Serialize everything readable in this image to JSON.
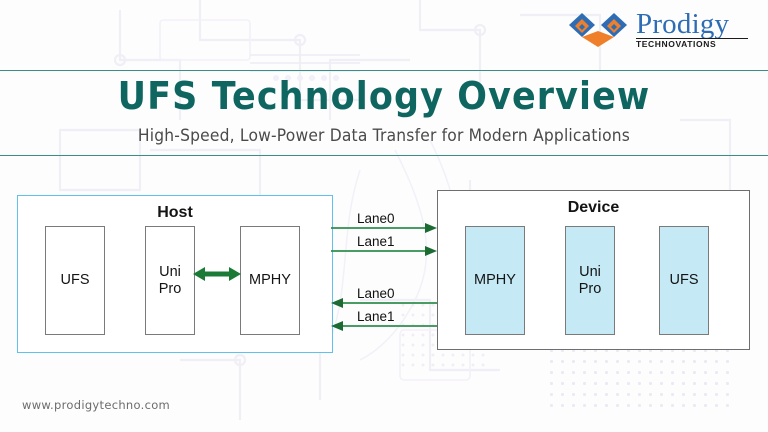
{
  "brand": {
    "logo_word": "Prodigy",
    "logo_tagline": "TECHNOVATIONS",
    "logo_mark_colors": {
      "blue": "#2e6db4",
      "orange": "#ef7f2a"
    }
  },
  "header": {
    "title": "UFS Technology Overview",
    "subtitle": "High-Speed, Low-Power Data Transfer for Modern Applications",
    "rule_color": "#3b8d85",
    "title_color": "#0f6661",
    "subtitle_color": "#4a4a4a"
  },
  "diagram": {
    "host": {
      "title": "Host",
      "border_color": "#62c0ec",
      "units": [
        {
          "label": "UFS"
        },
        {
          "label": "Uni\nPro",
          "line1": "Uni",
          "line2": "Pro"
        },
        {
          "label": "MPHY"
        }
      ],
      "internal_link": {
        "type": "double-arrow",
        "color": "#1b7a36",
        "from": "Uni Pro",
        "to": "MPHY"
      }
    },
    "device": {
      "title": "Device",
      "border_color": "#6e6e6e",
      "unit_fill": "#c5eaf6",
      "units": [
        {
          "label": "MPHY"
        },
        {
          "label": "Uni\nPro",
          "line1": "Uni",
          "line2": "Pro"
        },
        {
          "label": "UFS"
        }
      ]
    },
    "lanes": [
      {
        "label": "Lane0",
        "direction": "host-to-device"
      },
      {
        "label": "Lane1",
        "direction": "host-to-device"
      },
      {
        "label": "Lane0",
        "direction": "device-to-host"
      },
      {
        "label": "Lane1",
        "direction": "device-to-host"
      }
    ],
    "lane_color": "#2f8f4e"
  },
  "footer": {
    "website": "www.prodigytechno.com"
  }
}
